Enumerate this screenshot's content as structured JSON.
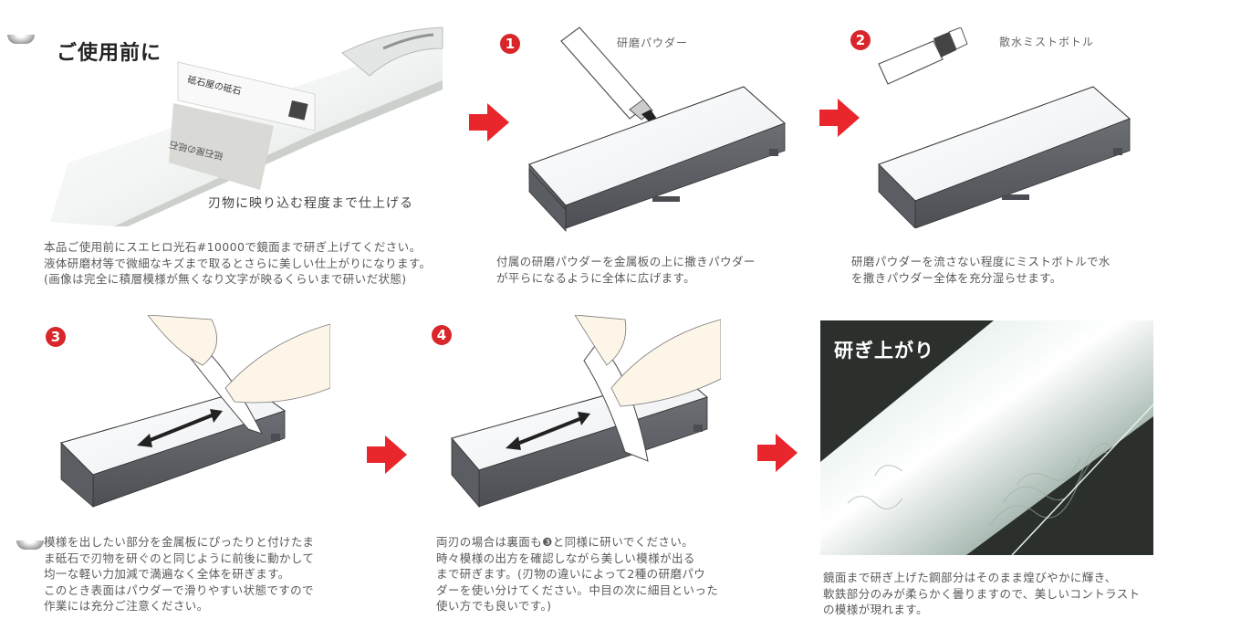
{
  "intro": {
    "title": "ご使用前に",
    "photo_caption": "刃物に映り込む程度まで仕上げる",
    "stone_label": "砥石屋の砥石",
    "description": [
      "本品ご使用前にスエヒロ光石#10000で鏡面まで研ぎ上げてください。",
      "液体研磨材等で微細なキズまで取るとさらに美しい仕上がりになります。",
      "(画像は完全に積層模様が無くなり文字が映るくらいまで研いだ状態)"
    ]
  },
  "steps": [
    {
      "number": "1",
      "tool_label": "研磨パウダー",
      "description": [
        "付属の研磨パウダーを金属板の上に撒きパウダー",
        "が平らになるように全体に広げます。"
      ]
    },
    {
      "number": "2",
      "tool_label": "散水ミストボトル",
      "description": [
        "研磨パウダーを流さない程度にミストボトルで水",
        "を撒きパウダー全体を充分湿らせます。"
      ]
    },
    {
      "number": "3",
      "description": [
        "模様を出したい部分を金属板にぴったりと付けたま",
        "ま砥石で刃物を研ぐのと同じように前後に動かして",
        "均一な軽い力加減で満遍なく全体を研ぎます。",
        "このとき表面はパウダーで滑りやすい状態ですので",
        "作業には充分ご注意ください。"
      ]
    },
    {
      "number": "4",
      "description": [
        "両刃の場合は裏面も❸と同様に研いでください。",
        "時々模様の出方を確認しながら美しい模様が出る",
        "まで研ぎます。(刃物の違いによって2種の研磨パウ",
        "ダーを使い分けてください。中目の次に細目といった",
        "使い方でも良いです。)"
      ]
    }
  ],
  "result": {
    "title": "研ぎ上がり",
    "description": [
      "鏡面まで研ぎ上げた鋼部分はそのまま煌びやかに輝き、",
      "軟鉄部分のみが柔らかく曇りますので、美しいコントラスト",
      "の模様が現れます。"
    ]
  },
  "colors": {
    "accent_red": "#e8262b",
    "step_badge": "#d8262b",
    "stone_body": "#5b5e63",
    "stone_top": "#f4f6f8",
    "text": "#5a5a5a"
  },
  "icons": {
    "flow_arrow": "right-arrow-icon",
    "bidirectional": "double-arrow-icon"
  }
}
